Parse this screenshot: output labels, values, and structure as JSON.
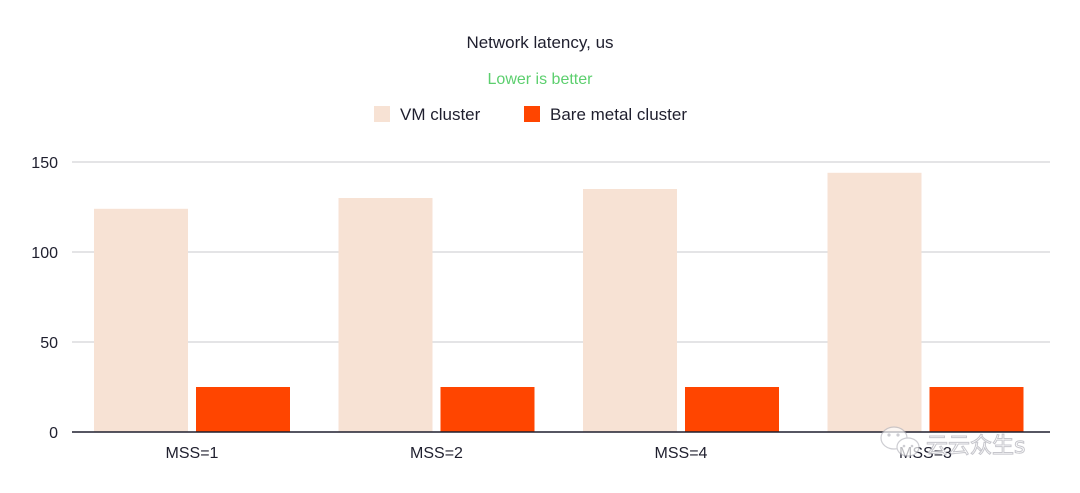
{
  "chart_data": {
    "type": "bar",
    "title": "Network latency, us",
    "subtitle": "Lower is better",
    "categories": [
      "MSS=1",
      "MSS=2",
      "MSS=4",
      "MSS=3"
    ],
    "series": [
      {
        "name": "VM cluster",
        "color": "#f7e2d4",
        "values": [
          124,
          130,
          135,
          144
        ]
      },
      {
        "name": "Bare metal cluster",
        "color": "#ff4500",
        "values": [
          25,
          25,
          25,
          25
        ]
      }
    ],
    "y_ticks": [
      "0",
      "50",
      "100",
      "150"
    ],
    "ylim": [
      0,
      150
    ],
    "xlabel": "",
    "ylabel": "",
    "grid": true,
    "legend_position": "top-center"
  },
  "watermark": {
    "text": "云云众生s",
    "icon": "wechat-icon"
  }
}
